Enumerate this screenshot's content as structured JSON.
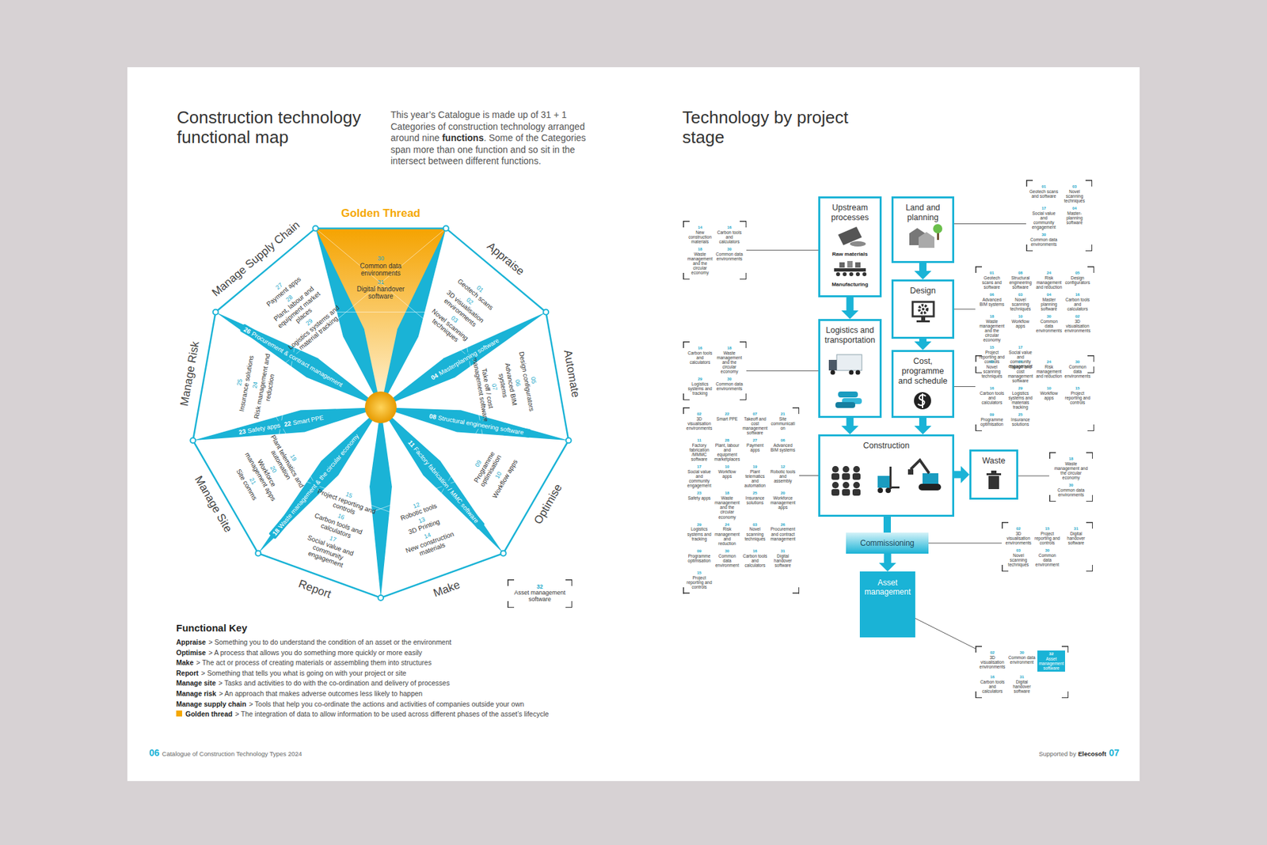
{
  "diagram": {
    "title": "Construction technology functional map",
    "nodes": [
      {
        "text": [
          "32",
          "Asset management software"
        ]
      },
      {
        "text": [
          "14",
          "New construction materials",
          "16",
          "Carbon tools and calculators",
          "18",
          "Waste management and the circular economy",
          "30",
          "Common data environments"
        ]
      },
      {
        "text": [
          "Upstream processes",
          "Raw materials",
          "Manufacturing"
        ]
      },
      {
        "text": [
          "Land and planning"
        ]
      },
      {
        "text": [
          "01",
          "Geotech scans and software",
          "03",
          "Novel scanning techniques",
          "17",
          "Social value and community engagement",
          "04",
          "Master-planning software",
          "30",
          "Common data environments"
        ]
      },
      {
        "text": [
          "Design"
        ]
      },
      {
        "text": [
          "01",
          "Geotech scans and software",
          "08",
          "Structural engineering software",
          "24",
          "Risk management and reduction",
          "05",
          "Design configurators",
          "06",
          "Advanced BIM systems",
          "03",
          "Novel scanning techniques",
          "04",
          "Master planning software",
          "16",
          "Carbon tools and calculators",
          "18",
          "Waste management and the circular economy",
          "10",
          "Workflow apps",
          "30",
          "Common data environments",
          "02",
          "3D visualisation environments",
          "15",
          "Project reporting and controls",
          "17",
          "Social value and community engagement"
        ]
      },
      {
        "text": [
          "16",
          "Carbon tools and calculators",
          "18",
          "Waste management and the circular economy",
          "29",
          "Logistics systems and tracking",
          "30",
          "Common data environments"
        ]
      },
      {
        "text": [
          "Logistics and transportation"
        ]
      },
      {
        "text": [
          "Cost, programme and schedule"
        ]
      },
      {
        "text": [
          "03",
          "Novel scanning techniques",
          "07",
          "Takeoff and cost management software",
          "24",
          "Risk management and reduction",
          "30",
          "Common data environments",
          "16",
          "Carbon tools and calculators",
          "29",
          "Logistics systems and materials tracking",
          "10",
          "Workflow apps",
          "15",
          "Project reporting and controls",
          "09",
          "Programme optimisation",
          "25",
          "Insurance solutions"
        ]
      },
      {
        "text": [
          "02",
          "3D visualisation environments",
          "22",
          "Smart PPE",
          "07",
          "Takeoff and cost management software",
          "21",
          "Site communication",
          "11",
          "Factory fabrication /MMMC software",
          "28",
          "Plant, labour and equipment marketplaces",
          "27",
          "Payment apps",
          "06",
          "Advanced BIM systems",
          "17",
          "Social value and community engagement",
          "10",
          "Workflow apps",
          "19",
          "Plant telematics and automation",
          "12",
          "Robotic tools and assembly",
          "23",
          "Safety apps",
          "18",
          "Waste management and the circular economy",
          "25",
          "Insurance solutions",
          "20",
          "Workforce management apps",
          "29",
          "Logistics systems and tracking",
          "24",
          "Risk management and reduction",
          "03",
          "Novel scanning techniques",
          "26",
          "Procurement and contract management",
          "09",
          "Programme optimisation",
          "30",
          "Common data environment",
          "16",
          "Carbon tools and calculators",
          "31",
          "Digital handover software",
          "15",
          "Project reporting and controls"
        ]
      },
      {
        "text": [
          "Construction"
        ]
      },
      {
        "text": [
          "Waste"
        ]
      },
      {
        "text": [
          "18",
          "Waste management and the circular economy",
          "30",
          "Common data environments"
        ]
      },
      {
        "text": [
          "Commissioning"
        ]
      },
      {
        "text": [
          "02",
          "3D visualisation environments",
          "15",
          "Project reporting and controls",
          "31",
          "Digital handover software",
          "03",
          "Novel scanning techniques",
          "30",
          "Common data environment"
        ]
      },
      {
        "text": [
          "Asset management"
        ]
      },
      {
        "text": [
          "02",
          "3D visualisation environments",
          "30",
          "Common data environment",
          "32",
          "Asset management software",
          "16",
          "Carbon tools and calculators",
          "31",
          "Digital handover software"
        ]
      }
    ],
    "edges": [
      {
        "from": 2,
        "to": 8,
        "arrow": "to"
      },
      {
        "from": 3,
        "to": 5,
        "arrow": "to"
      },
      {
        "from": 5,
        "to": 9,
        "arrow": "to"
      },
      {
        "from": 8,
        "to": 12,
        "arrow": "to"
      },
      {
        "from": 9,
        "to": 12,
        "arrow": "to"
      },
      {
        "from": 12,
        "to": 13,
        "arrow": "to"
      },
      {
        "from": 12,
        "to": 15,
        "arrow": "none"
      },
      {
        "from": 15,
        "to": 17,
        "arrow": "to"
      },
      {
        "from": 1,
        "to": 2,
        "arrow": "none"
      },
      {
        "from": 3,
        "to": 4,
        "arrow": "none"
      },
      {
        "from": 5,
        "to": 6,
        "arrow": "none"
      },
      {
        "from": 7,
        "to": 8,
        "arrow": "none"
      },
      {
        "from": 9,
        "to": 10,
        "arrow": "none"
      },
      {
        "from": 11,
        "to": 12,
        "arrow": "none"
      },
      {
        "from": 13,
        "to": 14,
        "arrow": "none"
      },
      {
        "from": 15,
        "to": 16,
        "arrow": "none"
      },
      {
        "from": 17,
        "to": 18,
        "arrow": "none"
      }
    ],
    "labels": [
      "This year’s Catalogue is made up of 31 + 1 Categories of construction technology arranged around nine",
      "functions",
      ". Some of the Categories span more than one function and so sit in the intersect between different functions.",
      "Technology by project stage",
      "Golden Thread",
      "Appraise",
      "Automate",
      "Optimise",
      "Make",
      "Report",
      "Manage Site",
      "Manage Risk",
      "Manage Supply Chain",
      "30",
      "Common data environments",
      "31",
      "Digital handover software",
      "01",
      "Geotech scans",
      "02",
      "3D visualisation environments",
      "03",
      "Novel scanning techniques",
      "05",
      "Design configurators",
      "06",
      "Advanced BIM systems",
      "07",
      "Take off / cost management software",
      "09",
      "Programme optimisation",
      "10",
      "Workflow apps",
      "12",
      "Robotic tools",
      "13",
      "3D Printing",
      "14",
      "New construction materials",
      "15",
      "Project reporting and controls",
      "16",
      "Carbon tools and calculators",
      "17",
      "Social value and community engagement",
      "19",
      "Plant telematics and automation",
      "20",
      "Workforce management apps",
      "21",
      "Site comms",
      "25",
      "Insurance solutions",
      "24",
      "Risk management and reduction",
      "27",
      "Payment apps",
      "28",
      "Plant, labour and equipment market places",
      "29",
      "Logistics systems and material tracking",
      "04",
      "Masterplanning software",
      "08",
      "Structural engineering software",
      "11",
      "Factory fabrication / MMC software",
      "18",
      "Waste management & the circular economy",
      "23",
      "Safety apps",
      "22",
      "Smart PPE",
      "26",
      "Procurement & contract management",
      "Functional Key",
      "Appraise",
      "> Something you to do understand the condition of an asset or the environment",
      "Optimise",
      "> A process that allows you do something more quickly or more easily",
      "Make",
      "> The act or process of creating materials or assembling them into structures",
      "Report",
      "> Something that tells you what is going on with your project or site",
      "Manage site",
      "> Tasks and activities to do with the co-ordination and delivery of processes",
      "Manage risk",
      "> An approach that makes adverse outcomes less likely to happen",
      "Manage supply chain",
      "> Tools that help you co-ordinate the actions and activities of companies outside your own",
      "> The integration of data to allow information to be used across different phases of the asset’s lifecycle",
      "06",
      "Catalogue of Construction Technology Types 2024",
      "Supported by",
      "Elecosoft",
      "07"
    ],
    "legend": [
      {
        "text": "Golden thread",
        "color": "#f5a800"
      }
    ]
  }
}
